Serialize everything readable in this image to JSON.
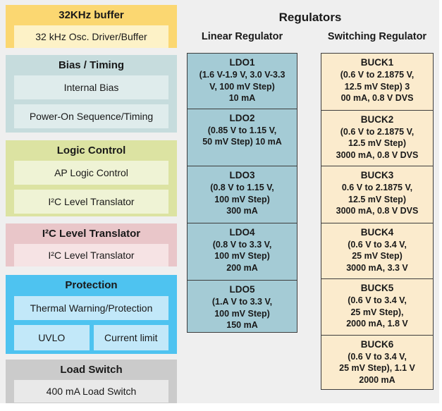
{
  "colors": {
    "page_background": "#efefef",
    "block_border": "#3d3d3d",
    "buffer_outer": "#fbd771",
    "buffer_inner": "#fdf2c7",
    "bias_outer": "#c6dcdd",
    "bias_inner": "#dfecec",
    "logic_outer": "#dce3a2",
    "logic_inner": "#eff3d5",
    "i2c_outer": "#e9c6c9",
    "i2c_inner": "#f6e3e4",
    "protection_outer": "#4ec3f0",
    "protection_inner": "#c2e8f9",
    "loadswitch_outer": "#cbcbcb",
    "loadswitch_inner": "#e9e9e9",
    "linear_fill": "#a4cbd5",
    "switching_fill": "#fbebcd"
  },
  "left_panel": {
    "blocks": [
      {
        "title": "32KHz buffer",
        "items": [
          "32 kHz Osc. Driver/Buffer"
        ]
      },
      {
        "title": "Bias / Timing",
        "items": [
          "Internal Bias",
          "Power-On Sequence/Timing"
        ]
      },
      {
        "title": "Logic Control",
        "items": [
          "AP Logic Control",
          "I²C Level Translator"
        ]
      },
      {
        "title": "I²C Level Translator",
        "items": [
          "I²C Level Translator"
        ]
      },
      {
        "title": "Protection",
        "items": [
          "Thermal Warning/Protection"
        ],
        "split_items": [
          "UVLO",
          "Current limit"
        ]
      },
      {
        "title": "Load Switch",
        "items": [
          "400 mA Load Switch"
        ]
      }
    ]
  },
  "regulators": {
    "title": "Regulators",
    "linear": {
      "heading": "Linear Regulator",
      "blocks": [
        {
          "name": "LDO1",
          "detail": "(1.6 V-1.9 V, 3.0 V-3.3\nV, 100 mV Step)\n10 mA"
        },
        {
          "name": "LDO2",
          "detail": "(0.85 V to 1.15 V,\n50 mV Step) 10 mA"
        },
        {
          "name": "LDO3",
          "detail": "(0.8 V to 1.15 V,\n100 mV Step)\n300 mA"
        },
        {
          "name": "LDO4",
          "detail": "(0.8 V to 3.3 V,\n100 mV Step)\n200 mA"
        },
        {
          "name": "LDO5",
          "detail": "(1.A V to 3.3 V,\n100 mV Step)\n150 mA"
        }
      ]
    },
    "switching": {
      "heading": "Switching Regulator",
      "blocks": [
        {
          "name": "BUCK1",
          "detail": "(0.6 V to 2.1875 V,\n12.5 mV Step) 3\n00 mA, 0.8 V DVS"
        },
        {
          "name": "BUCK2",
          "detail": "(0.6 V to 2.1875 V,\n12.5 mV Step)\n3000 mA, 0.8 V DVS"
        },
        {
          "name": "BUCK3",
          "detail": "0.6 V to 2.1875 V,\n12.5 mV Step)\n3000 mA, 0.8 V DVS"
        },
        {
          "name": "BUCK4",
          "detail": "(0.6 V to 3.4 V,\n25 mV Step)\n3000 mA, 3.3 V"
        },
        {
          "name": "BUCK5",
          "detail": "(0.6 V to 3.4 V,\n25 mV Step),\n2000 mA, 1.8 V"
        },
        {
          "name": "BUCK6",
          "detail": "(0.6 V to 3.4 V,\n25 mV Step), 1.1 V\n2000 mA"
        }
      ]
    }
  }
}
